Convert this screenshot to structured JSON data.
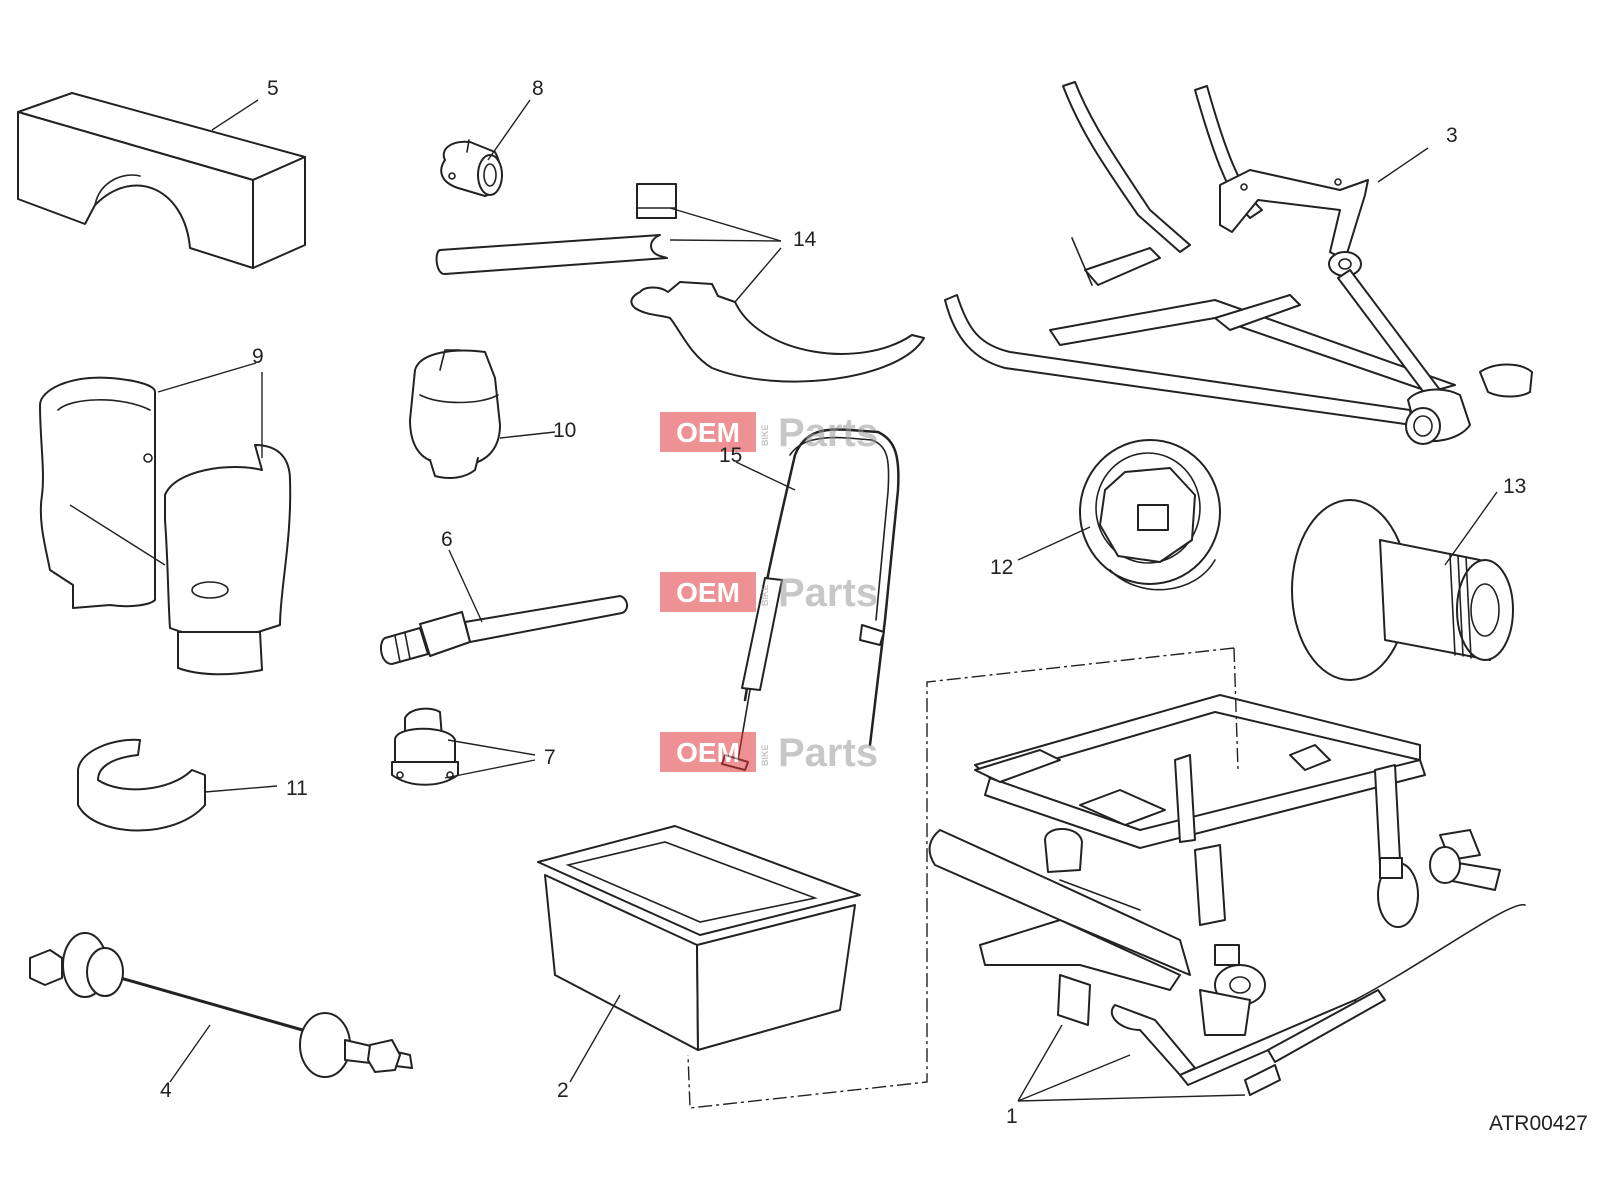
{
  "callouts": {
    "c1": "1",
    "c2": "2",
    "c3": "3",
    "c4": "4",
    "c5": "5",
    "c6": "6",
    "c7": "7",
    "c8": "8",
    "c9": "9",
    "c10": "10",
    "c11": "11",
    "c12": "12",
    "c13": "13",
    "c14": "14",
    "c15": "15"
  },
  "diagram_code": "ATR00427",
  "watermark": {
    "oem": "OEM",
    "bike": "BIKE",
    "parts": "Parts"
  },
  "colors": {
    "line": "#222222",
    "watermark_red": "#e0393e",
    "watermark_grey": "#9a9a9a"
  }
}
